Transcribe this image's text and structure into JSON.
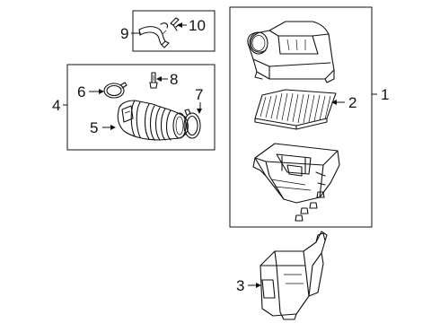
{
  "figure": {
    "type": "exploded parts diagram",
    "subject": "air cleaner / intake assembly"
  },
  "callouts": {
    "c1": "1",
    "c2": "2",
    "c3": "3",
    "c4": "4",
    "c5": "5",
    "c6": "6",
    "c7": "7",
    "c8": "8",
    "c9": "9",
    "c10": "10"
  },
  "groups": [
    {
      "box": "top-left-small",
      "callouts": [
        "9",
        "10"
      ]
    },
    {
      "box": "left-middle",
      "callouts": [
        "4",
        "5",
        "6",
        "7",
        "8"
      ]
    },
    {
      "box": "right-large",
      "callouts": [
        "1",
        "2"
      ]
    }
  ],
  "parts": [
    {
      "callout": "1",
      "name": "air cleaner assembly",
      "icon": "air-cleaner-housing-icon"
    },
    {
      "callout": "2",
      "name": "filter element",
      "icon": "air-filter-icon"
    },
    {
      "callout": "3",
      "name": "duct",
      "icon": "air-duct-icon"
    },
    {
      "callout": "4",
      "name": "outlet hose assembly",
      "icon": "intake-hose-icon"
    },
    {
      "callout": "5",
      "name": "outlet hose",
      "icon": "intake-hose-icon"
    },
    {
      "callout": "6",
      "name": "clamp",
      "icon": "hose-clamp-icon"
    },
    {
      "callout": "7",
      "name": "clamp",
      "icon": "hose-clamp-icon"
    },
    {
      "callout": "8",
      "name": "sensor",
      "icon": "sensor-icon"
    },
    {
      "callout": "9",
      "name": "vent tube",
      "icon": "vent-tube-icon"
    },
    {
      "callout": "10",
      "name": "clip",
      "icon": "clip-icon"
    }
  ]
}
